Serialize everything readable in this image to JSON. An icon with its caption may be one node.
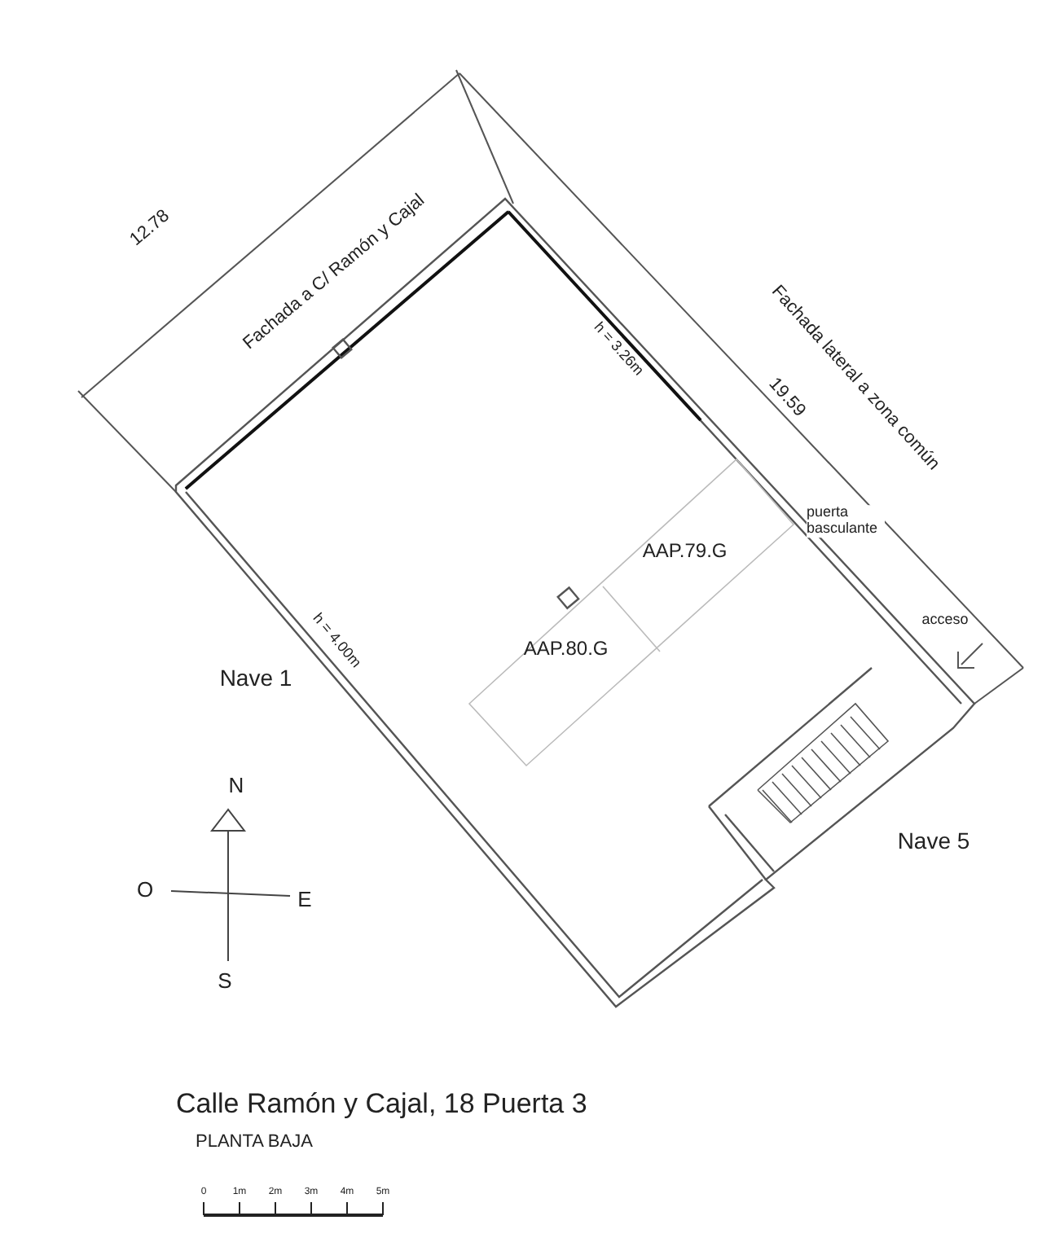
{
  "diagram": {
    "title": "Calle Ramón y Cajal, 18 Puerta 3",
    "caption": "PLANTA BAJA",
    "nodes": [
      {
        "text": [
          "AAP.79.G"
        ]
      },
      {
        "text": [
          "AAP.80.G"
        ]
      }
    ],
    "labels": [
      "12.78",
      "Fachada a C/ Ramón y Cajal",
      "h = 3.26m",
      "Fachada lateral a zona común",
      "19.59",
      "puerta basculante",
      "acceso",
      "h = 4.00m",
      "Nave 1",
      "N",
      "O",
      "E",
      "Nave 5",
      "S",
      "0",
      "1m",
      "2m",
      "3m",
      "4m",
      "5m"
    ]
  }
}
